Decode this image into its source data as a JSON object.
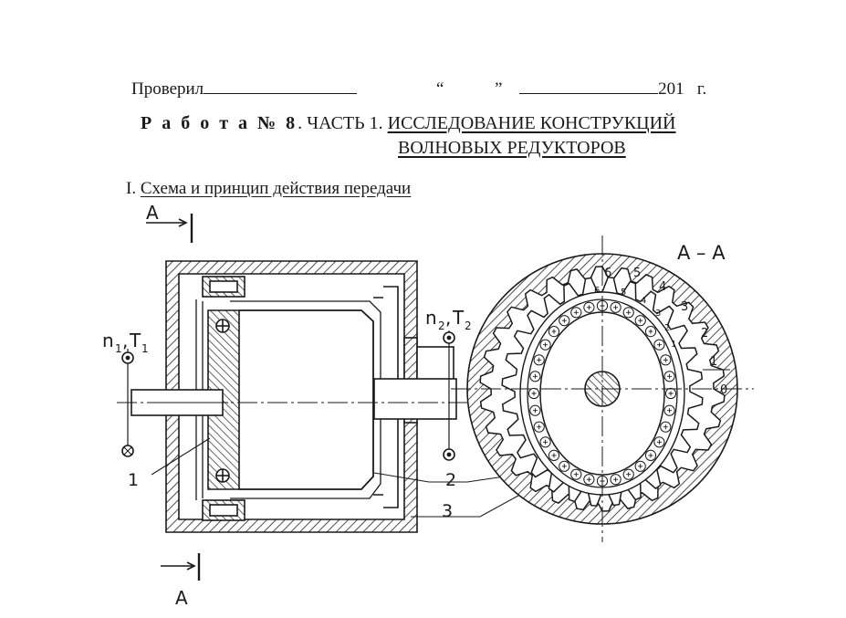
{
  "header": {
    "checked_label": "Проверил",
    "quote_open": "“",
    "quote_close": "”",
    "year": "201",
    "year_suffix": "г."
  },
  "title": {
    "work_label": "Р а б о т а № 8",
    "part": ". ЧАСТЬ 1.",
    "subject_line1": "ИССЛЕДОВАНИЕ КОНСТРУКЦИЙ",
    "subject_line2": "ВОЛНОВЫХ РЕДУКТОРОВ"
  },
  "section": {
    "number": "I.",
    "title": "Схема и принцип действия передачи"
  },
  "drawing": {
    "section_mark": "A",
    "section_view_label": "A – A",
    "input_label_n": "n",
    "input_sub": "1",
    "input_label_t": "T",
    "output_label_n": "n",
    "output_sub": "2",
    "output_label_t": "T",
    "callout_1": "1",
    "callout_2": "2",
    "callout_3": "3",
    "outer_tooth_numbers": [
      "0",
      "1",
      "2",
      "3",
      "4",
      "5",
      "6"
    ],
    "inner_tooth_numbers": [
      "1",
      "2",
      "3",
      "4",
      "5",
      "6"
    ]
  }
}
